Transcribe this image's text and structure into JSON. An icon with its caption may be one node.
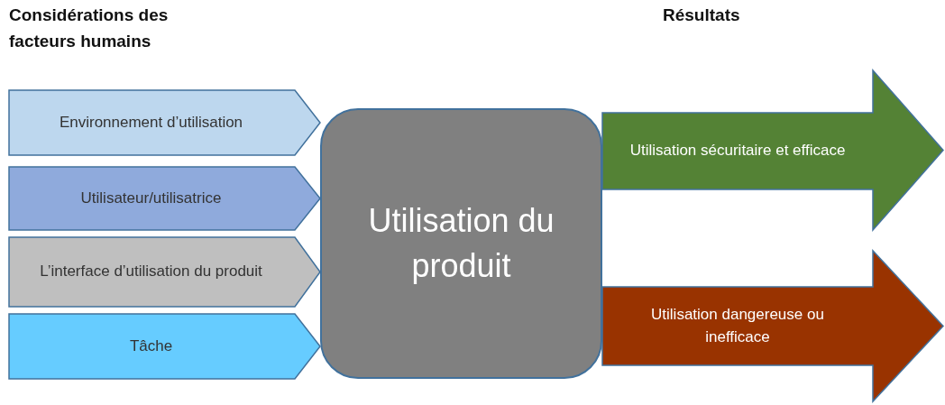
{
  "diagram": {
    "nodes": [
      {
        "text": [
          "Environnement d’utilisation"
        ]
      },
      {
        "text": [
          "Utilisateur/utilisatrice"
        ]
      },
      {
        "text": [
          "L’interface d’utilisation du produit"
        ]
      },
      {
        "text": [
          "Tâche"
        ]
      },
      {
        "text": [
          "Utilisation du produit"
        ]
      },
      {
        "text": [
          "Utilisation sécuritaire et efficace"
        ]
      },
      {
        "text": [
          "Utilisation dangereuse ou inefficace"
        ]
      }
    ],
    "labels": [
      "Considérations des facteurs humains",
      "Résultats"
    ]
  }
}
